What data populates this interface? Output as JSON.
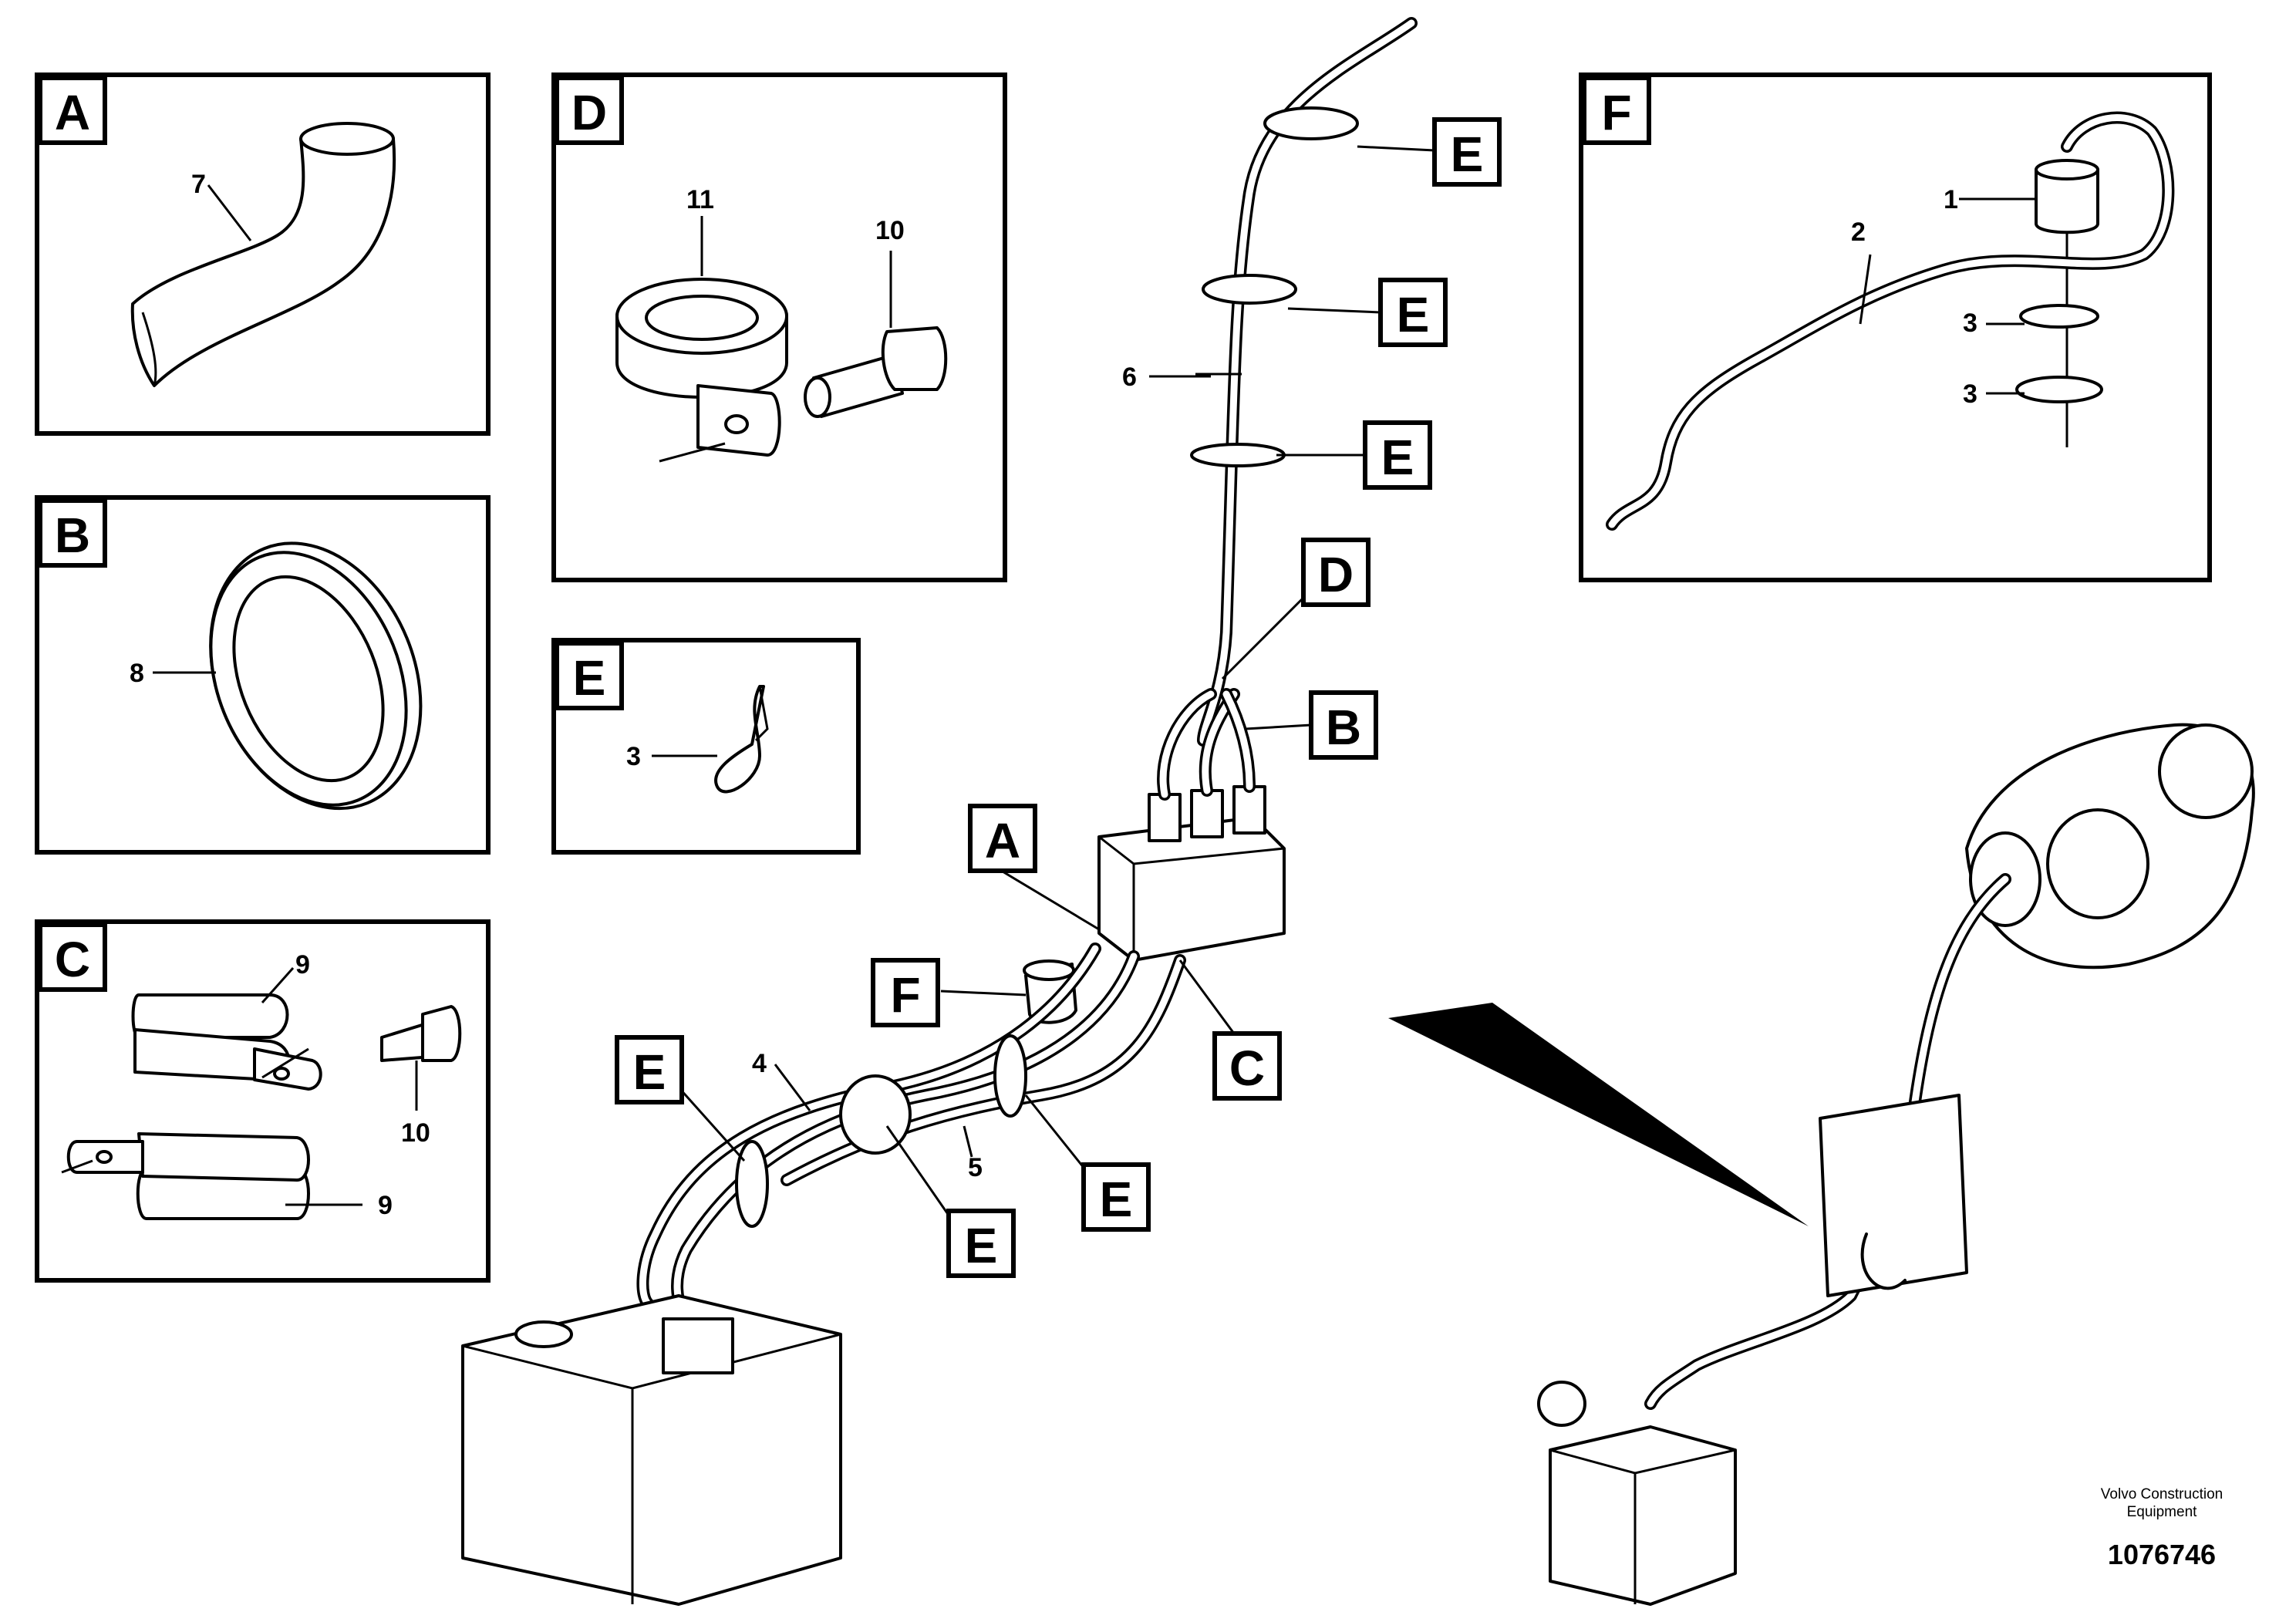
{
  "detail_views": {
    "A": {
      "tag": "A",
      "part_numbers": [
        "7"
      ]
    },
    "B": {
      "tag": "B",
      "part_numbers": [
        "8"
      ]
    },
    "C": {
      "tag": "C",
      "part_numbers": [
        "9",
        "10",
        "9"
      ]
    },
    "D": {
      "tag": "D",
      "part_numbers": [
        "11",
        "10"
      ]
    },
    "E": {
      "tag": "E",
      "part_numbers": [
        "3"
      ]
    },
    "F": {
      "tag": "F",
      "part_numbers": [
        "1",
        "2",
        "3",
        "3"
      ]
    }
  },
  "main_view": {
    "callout_tags": {
      "e_top1": "E",
      "e_top2": "E",
      "e_top3": "E",
      "d": "D",
      "b": "B",
      "a": "A",
      "f": "F",
      "c": "C",
      "e_left": "E",
      "e_mid_low": "E",
      "e_right": "E"
    },
    "part_numbers": {
      "hose_6": "6",
      "hose_4": "4",
      "hose_5": "5"
    }
  },
  "footer": {
    "brand_line1": "Volvo Construction",
    "brand_line2": "Equipment",
    "document_number": "1076746"
  },
  "colors": {
    "line": "#000000",
    "background": "#ffffff"
  }
}
